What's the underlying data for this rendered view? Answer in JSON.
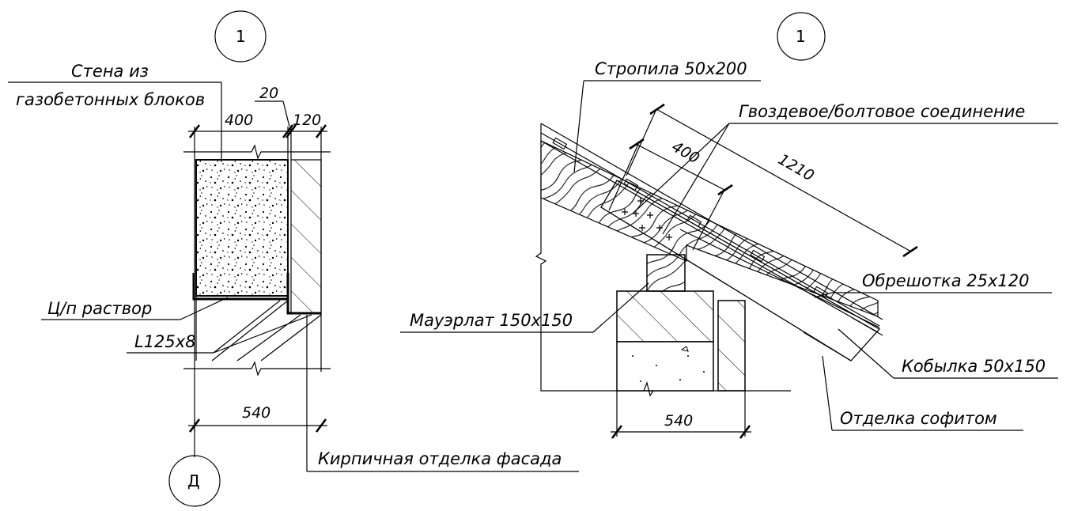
{
  "left_detail": {
    "bubble_top": "1",
    "bubble_bottom": "Д",
    "wall_label_line1": "Стена из",
    "wall_label_line2": "газобетонных блоков",
    "mortar_label": "Ц/п раствор",
    "angle_label": "L125x8",
    "facade_label": "Кирпичная отделка фасада",
    "dim_block": "400",
    "dim_gap": "20",
    "dim_brick": "120",
    "dim_total": "540"
  },
  "right_detail": {
    "bubble_top": "1",
    "rafter_label": "Стропила 50x200",
    "connection_label": "Гвоздевое/болтовое соединение",
    "lath_label": "Обрешотка 25x120",
    "mauerlat_label": "Мауэрлат 150x150",
    "sprocket_label": "Кобылка 50x150",
    "soffit_label": "Отделка софитом",
    "dim_overlap": "400",
    "dim_sprocket": "1210",
    "dim_wall": "540"
  }
}
